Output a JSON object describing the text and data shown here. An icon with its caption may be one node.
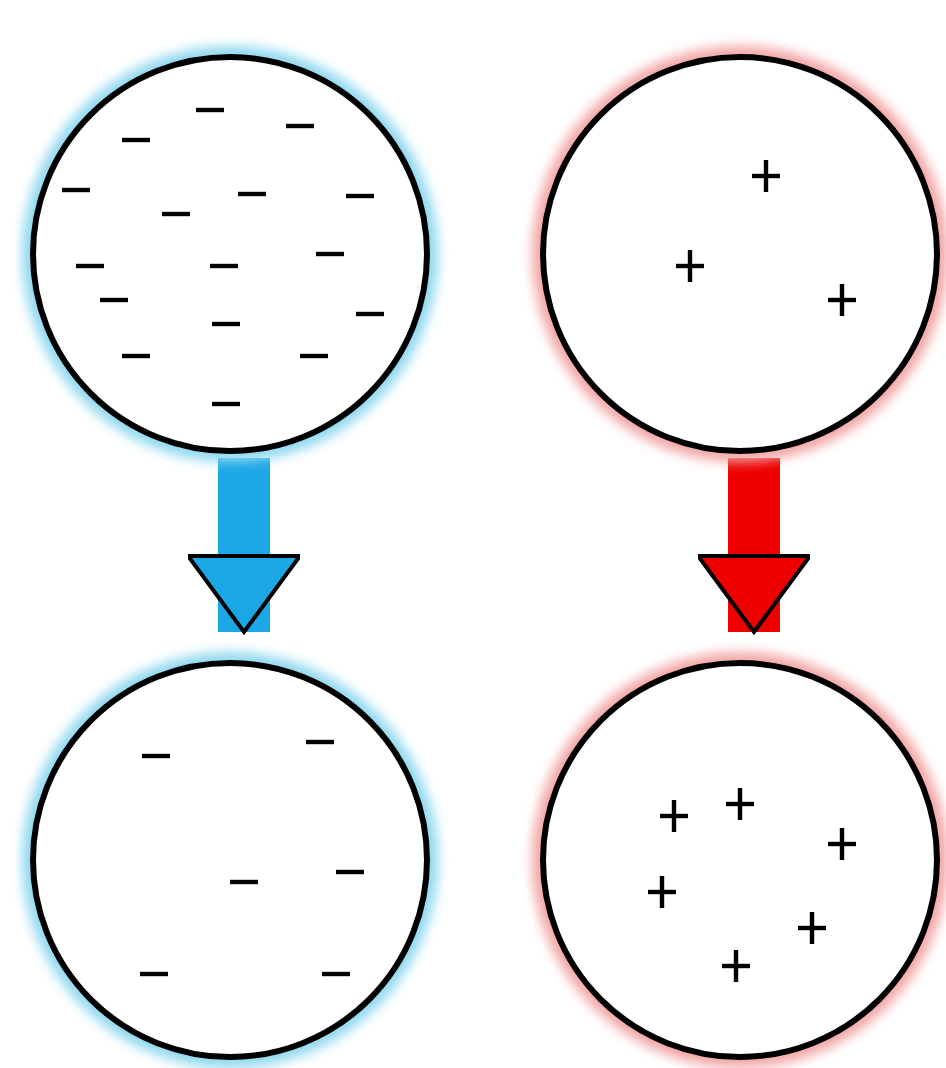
{
  "diagram": {
    "nodes": [
      {
        "text": [],
        "shape": "circle"
      },
      {
        "text": [],
        "shape": "circle"
      },
      {
        "text": [],
        "shape": "circle"
      },
      {
        "text": [],
        "shape": "circle"
      }
    ],
    "edges": [
      {
        "from": 0,
        "to": 2,
        "arrow": "to",
        "color": "#1ba6e6"
      },
      {
        "from": 1,
        "to": 3,
        "arrow": "to",
        "color": "#ee0000"
      }
    ]
  }
}
